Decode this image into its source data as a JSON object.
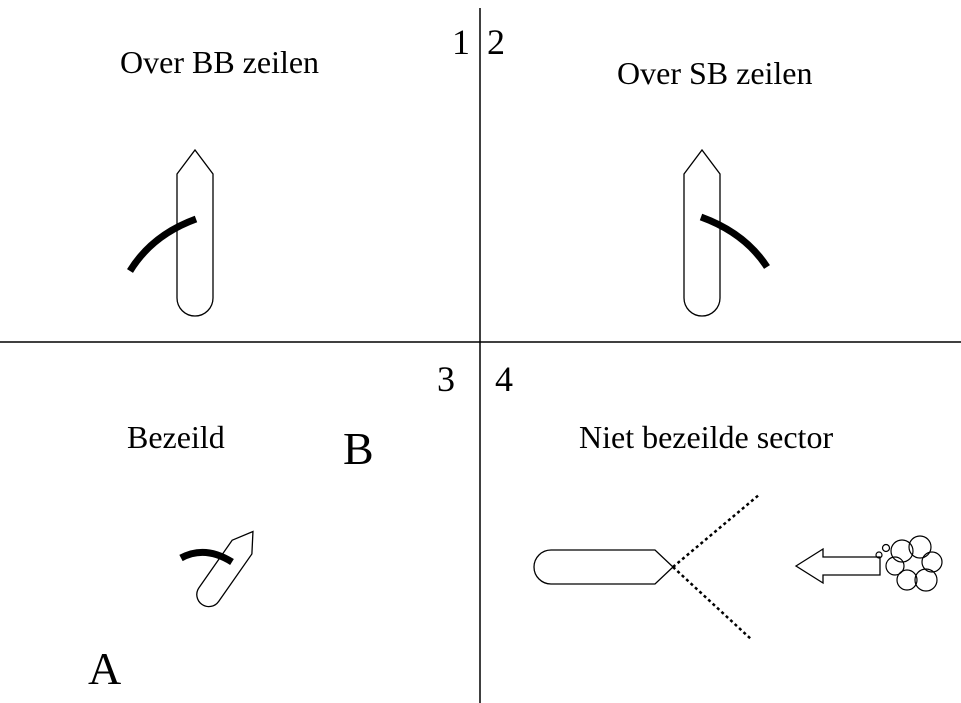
{
  "quadrants": [
    {
      "number": "1",
      "title": "Over BB zeilen"
    },
    {
      "number": "2",
      "title": "Over SB zeilen"
    },
    {
      "number": "3",
      "title": "Bezeild"
    },
    {
      "number": "4",
      "title": "Niet bezeilde sector"
    }
  ],
  "points": {
    "a": "A",
    "b": "B"
  },
  "colors": {
    "stroke": "#000000",
    "background": "#ffffff"
  },
  "icons": [
    "boat-hull-icon",
    "sail-icon",
    "no-go-sector-lines",
    "wind-arrow-icon",
    "wind-cloud-icon"
  ]
}
